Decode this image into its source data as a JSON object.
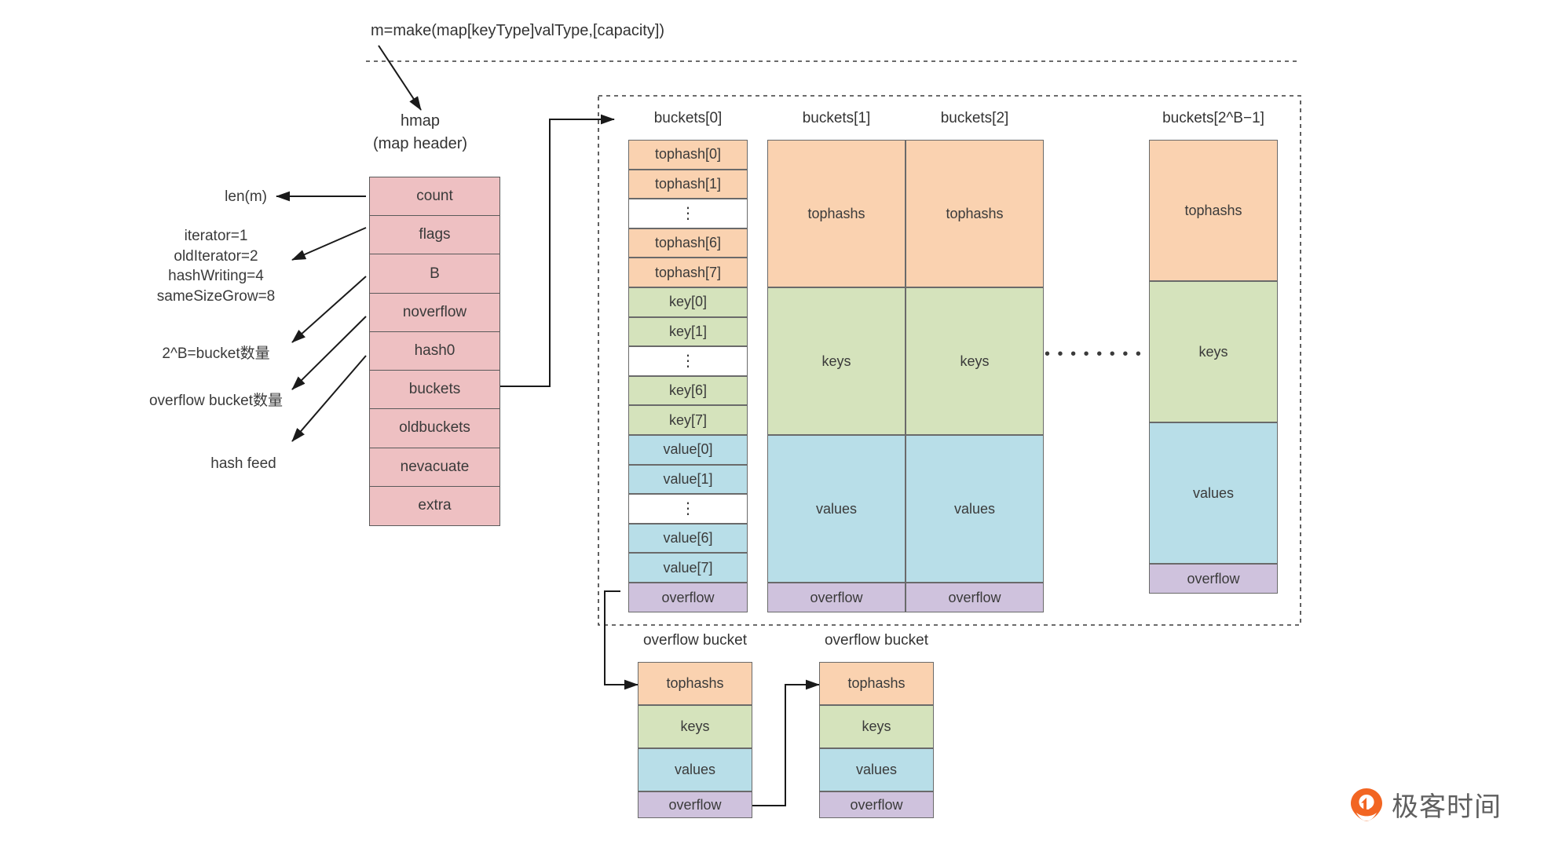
{
  "title": {
    "make_expression": "m=make(map[keyType]valType,[capacity])"
  },
  "hmap": {
    "heading_line1": "hmap",
    "heading_line2": "(map header)",
    "fields": [
      {
        "name": "count"
      },
      {
        "name": "flags"
      },
      {
        "name": "B"
      },
      {
        "name": "noverflow"
      },
      {
        "name": "hash0"
      },
      {
        "name": "buckets"
      },
      {
        "name": "oldbuckets"
      },
      {
        "name": "nevacuate"
      },
      {
        "name": "extra"
      }
    ]
  },
  "annotations": {
    "count": "len(m)",
    "flags_line1": "iterator=1",
    "flags_line2": "oldIterator=2",
    "flags_line3": "hashWriting=4",
    "flags_line4": "sameSizeGrow=8",
    "b": "2^B=bucket数量",
    "noverflow": "overflow bucket数量",
    "hash0": "hash feed"
  },
  "buckets": {
    "ellipsis": "• • • • • • • •",
    "columns": [
      {
        "header": "buckets[0]",
        "detailed": true,
        "cells": [
          {
            "label": "tophash[0]",
            "kind": "tophash"
          },
          {
            "label": "tophash[1]",
            "kind": "tophash"
          },
          {
            "label": "⋮",
            "kind": "blank"
          },
          {
            "label": "tophash[6]",
            "kind": "tophash"
          },
          {
            "label": "tophash[7]",
            "kind": "tophash"
          },
          {
            "label": "key[0]",
            "kind": "keys"
          },
          {
            "label": "key[1]",
            "kind": "keys"
          },
          {
            "label": "⋮",
            "kind": "blank"
          },
          {
            "label": "key[6]",
            "kind": "keys"
          },
          {
            "label": "key[7]",
            "kind": "keys"
          },
          {
            "label": "value[0]",
            "kind": "values"
          },
          {
            "label": "value[1]",
            "kind": "values"
          },
          {
            "label": "⋮",
            "kind": "blank"
          },
          {
            "label": "value[6]",
            "kind": "values"
          },
          {
            "label": "value[7]",
            "kind": "values"
          },
          {
            "label": "overflow",
            "kind": "overflow"
          }
        ]
      },
      {
        "header": "buckets[1]",
        "detailed": false,
        "cells": [
          {
            "label": "tophashs",
            "kind": "tophash"
          },
          {
            "label": "keys",
            "kind": "keys"
          },
          {
            "label": "values",
            "kind": "values"
          },
          {
            "label": "overflow",
            "kind": "overflow"
          }
        ]
      },
      {
        "header": "buckets[2]",
        "detailed": false,
        "cells": [
          {
            "label": "tophashs",
            "kind": "tophash"
          },
          {
            "label": "keys",
            "kind": "keys"
          },
          {
            "label": "values",
            "kind": "values"
          },
          {
            "label": "overflow",
            "kind": "overflow"
          }
        ]
      },
      {
        "header": "buckets[2^B−1]",
        "detailed": false,
        "cells": [
          {
            "label": "tophashs",
            "kind": "tophash"
          },
          {
            "label": "keys",
            "kind": "keys"
          },
          {
            "label": "values",
            "kind": "values"
          },
          {
            "label": "overflow",
            "kind": "overflow"
          }
        ]
      }
    ]
  },
  "overflow_buckets": [
    {
      "header": "overflow bucket",
      "cells": [
        {
          "label": "tophashs",
          "kind": "tophash"
        },
        {
          "label": "keys",
          "kind": "keys"
        },
        {
          "label": "values",
          "kind": "values"
        },
        {
          "label": "overflow",
          "kind": "overflow"
        }
      ]
    },
    {
      "header": "overflow bucket",
      "cells": [
        {
          "label": "tophashs",
          "kind": "tophash"
        },
        {
          "label": "keys",
          "kind": "keys"
        },
        {
          "label": "values",
          "kind": "values"
        },
        {
          "label": "overflow",
          "kind": "overflow"
        }
      ]
    }
  ],
  "logo": {
    "text": "极客时间",
    "icon": "location-pin-icon",
    "color": "#F26522"
  },
  "colors": {
    "tophash": "#FAD2B0",
    "keys": "#D5E3BC",
    "values": "#B8DEE8",
    "overflow": "#CFC2DD",
    "hmap": "#EEC0C2",
    "stroke": "#5A5A5A",
    "text": "#3A3A3A"
  }
}
